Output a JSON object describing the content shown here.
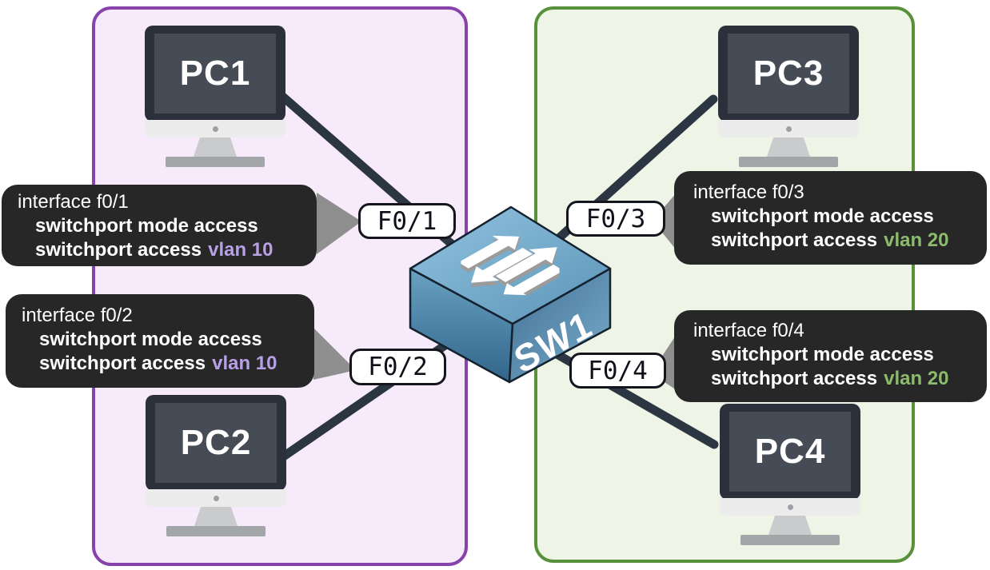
{
  "pcs": [
    {
      "label": "PC1"
    },
    {
      "label": "PC2"
    },
    {
      "label": "PC3"
    },
    {
      "label": "PC4"
    }
  ],
  "switch": {
    "label": "SW1"
  },
  "ports": [
    {
      "label": "F0/1"
    },
    {
      "label": "F0/2"
    },
    {
      "label": "F0/3"
    },
    {
      "label": "F0/4"
    }
  ],
  "callouts": [
    {
      "interface_line": "interface f0/1",
      "mode_line": "switchport mode access",
      "access_line_prefix": "switchport access",
      "vlan_label": "vlan 10"
    },
    {
      "interface_line": "interface f0/2",
      "mode_line": "switchport mode access",
      "access_line_prefix": "switchport access",
      "vlan_label": "vlan 10"
    },
    {
      "interface_line": "interface f0/3",
      "mode_line": "switchport mode access",
      "access_line_prefix": "switchport access",
      "vlan_label": "vlan 20"
    },
    {
      "interface_line": "interface f0/4",
      "mode_line": "switchport mode access",
      "access_line_prefix": "switchport access",
      "vlan_label": "vlan 20"
    }
  ],
  "colors": {
    "vlan10_accent": "#b7a0e6",
    "vlan20_accent": "#8cbb6e",
    "zone10_border": "#8743ab",
    "zone10_fill": "#f6eafb",
    "zone20_border": "#59903c",
    "zone20_fill": "#eef4e6",
    "callout_bg": "#272727",
    "cable": "#2c3542",
    "pointer": "#8e8e8e"
  }
}
